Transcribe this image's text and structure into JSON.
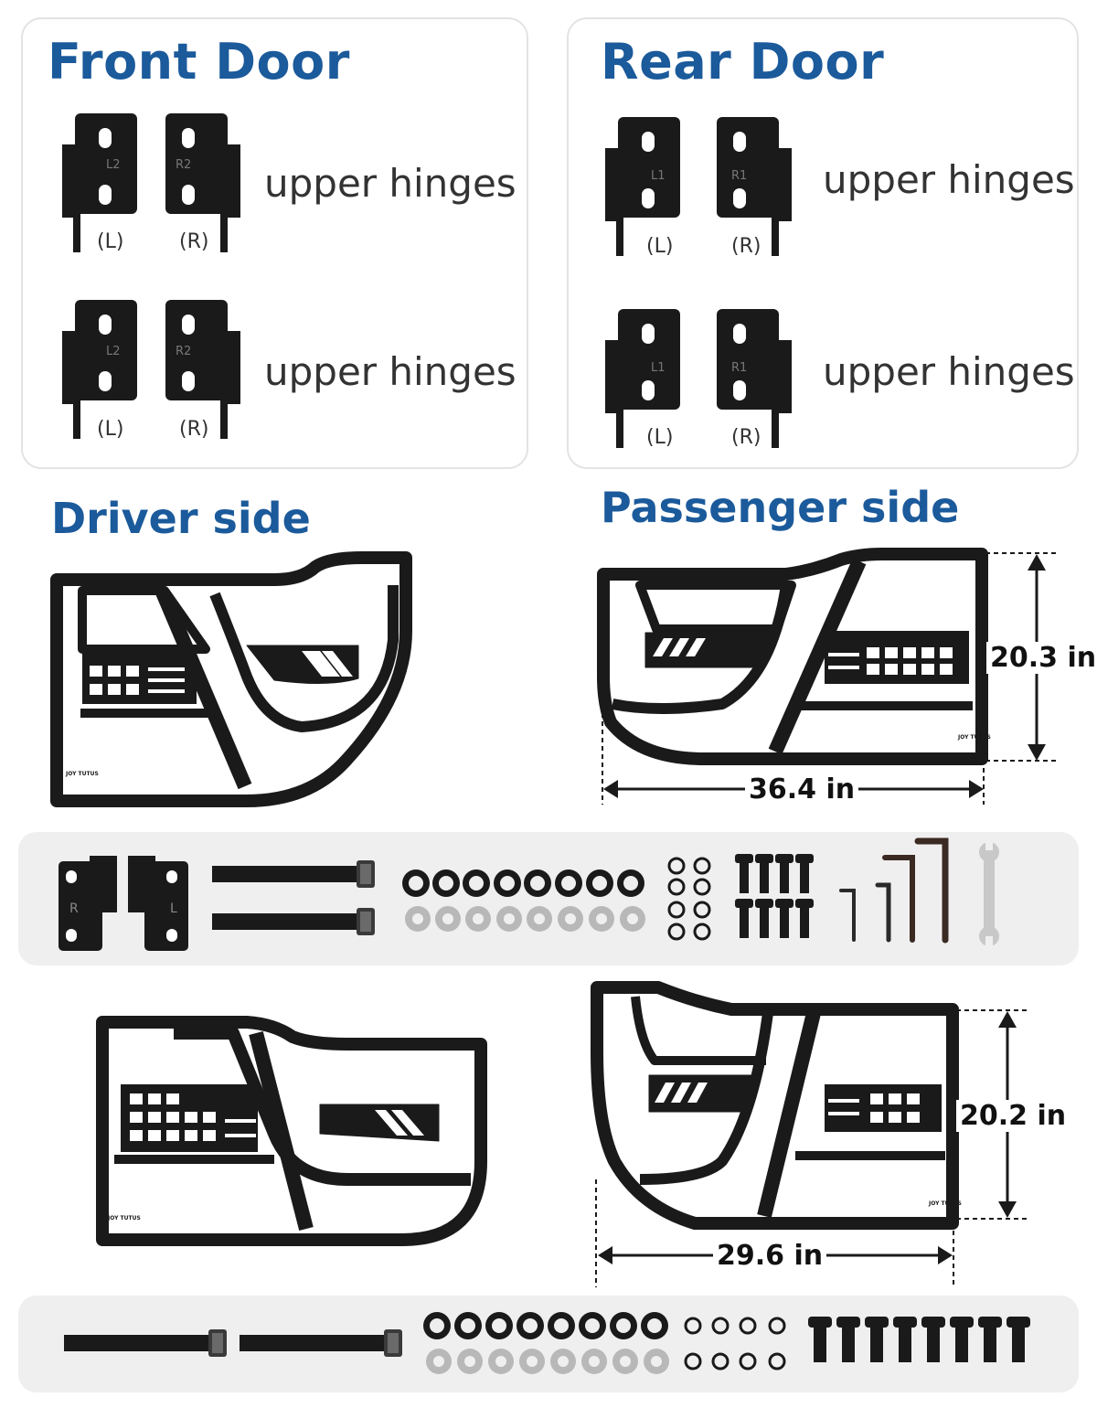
{
  "front_door": {
    "title": "Front Door",
    "rows": [
      {
        "label": "upper hinges",
        "left_tag": "(L)",
        "right_tag": "(R)",
        "left_stamp": "L2",
        "right_stamp": "R2"
      },
      {
        "label": "upper hinges",
        "left_tag": "(L)",
        "right_tag": "(R)",
        "left_stamp": "L2",
        "right_stamp": "R2"
      }
    ]
  },
  "rear_door": {
    "title": "Rear Door",
    "rows": [
      {
        "label": "upper hinges",
        "left_tag": "(L)",
        "right_tag": "(R)",
        "left_stamp": "L1",
        "right_stamp": "R1"
      },
      {
        "label": "upper hinges",
        "left_tag": "(L)",
        "right_tag": "(R)",
        "left_stamp": "L1",
        "right_stamp": "R1"
      }
    ]
  },
  "driver_side": {
    "title": "Driver side"
  },
  "passenger_side": {
    "title": "Passenger side",
    "front_height": "20.3 in",
    "front_width": "36.4 in",
    "rear_height": "20.2 in",
    "rear_width": "29.6 in"
  },
  "kit": {
    "bracket_stamps": [
      "R",
      "L"
    ]
  },
  "colors": {
    "heading": "#1b5a9b",
    "panel_border": "#e3e3e3",
    "strip_bg": "#efefef",
    "metal": "#1a1a1a"
  },
  "logo": "JOY TUTUS"
}
